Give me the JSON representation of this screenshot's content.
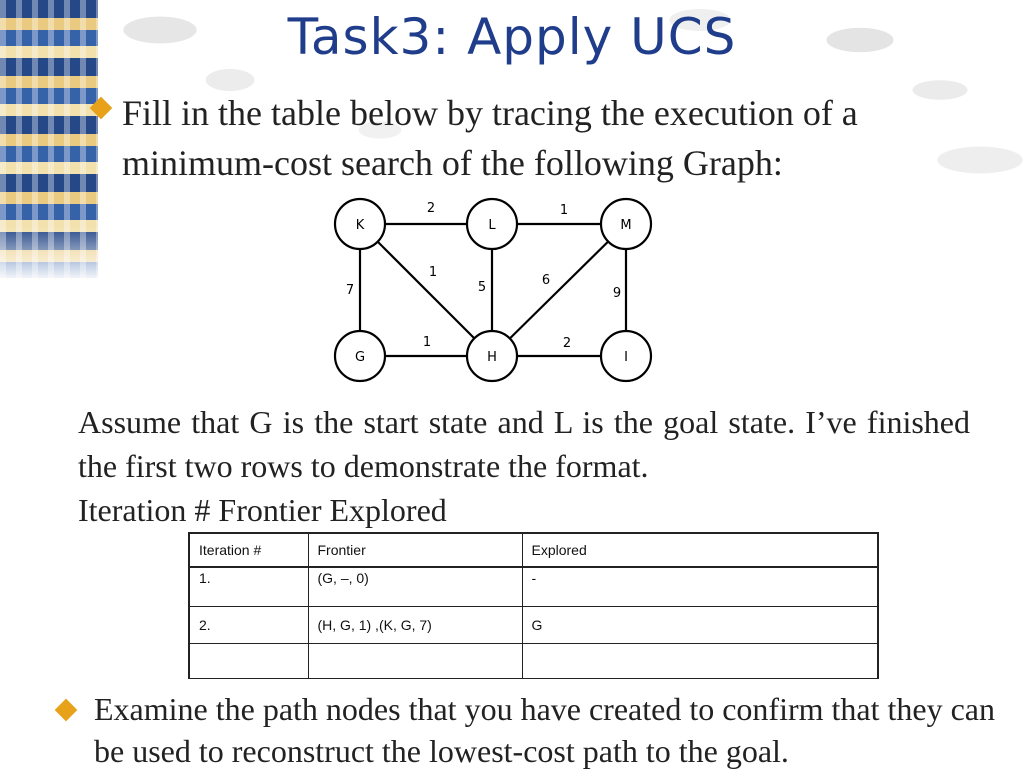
{
  "title": "Task3: Apply UCS",
  "intro_bullet": "Fill in the table below by tracing the execution of a minimum-cost search of the following Graph:",
  "assumption_text": "Assume that G is the start state and L is the goal state. I’ve finished the first two rows to demonstrate the format.",
  "columns_line": "Iteration # Frontier Explored",
  "graph": {
    "nodes": [
      "K",
      "L",
      "M",
      "G",
      "H",
      "I"
    ],
    "edges": [
      {
        "from": "K",
        "to": "L",
        "cost": "2"
      },
      {
        "from": "L",
        "to": "M",
        "cost": "1"
      },
      {
        "from": "K",
        "to": "G",
        "cost": "7"
      },
      {
        "from": "K",
        "to": "H",
        "cost": "1"
      },
      {
        "from": "L",
        "to": "H",
        "cost": "5"
      },
      {
        "from": "M",
        "to": "H",
        "cost": "6"
      },
      {
        "from": "M",
        "to": "I",
        "cost": "9"
      },
      {
        "from": "G",
        "to": "H",
        "cost": "1"
      },
      {
        "from": "H",
        "to": "I",
        "cost": "2"
      }
    ]
  },
  "table": {
    "headers": [
      "Iteration #",
      "Frontier",
      "Explored"
    ],
    "rows": [
      [
        "1.",
        "(G, –, 0)",
        "-"
      ],
      [
        "2.",
        "(H, G, 1) ,(K, G, 7)",
        "G"
      ],
      [
        "",
        "",
        ""
      ]
    ]
  },
  "closing_bullet": "Examine the path nodes that you have created to confirm that they can be used to reconstruct the lowest-cost path to the goal.",
  "colors": {
    "title": "#1f3d8a",
    "bullet": "#e8a21a"
  }
}
